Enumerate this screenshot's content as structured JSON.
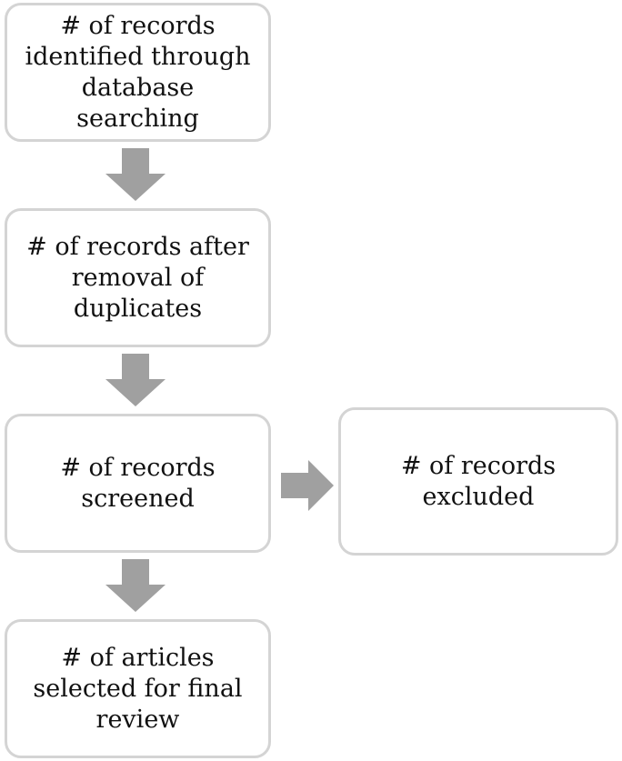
{
  "flowchart": {
    "boxes": {
      "identified": {
        "line1": "# of records",
        "line2": "identified through",
        "line3": "database searching"
      },
      "after_removal": {
        "line1": "# of records after",
        "line2": "removal of",
        "line3": "duplicates"
      },
      "screened": {
        "line1": "# of records",
        "line2": "screened"
      },
      "excluded": {
        "line1": "# of records",
        "line2": "excluded"
      },
      "final_review": {
        "line1": "# of articles",
        "line2": "selected for final",
        "line3": "review"
      }
    },
    "colors": {
      "box_border": "#d4d4d4",
      "arrow_fill": "#a0a0a0",
      "text": "#111111"
    }
  }
}
